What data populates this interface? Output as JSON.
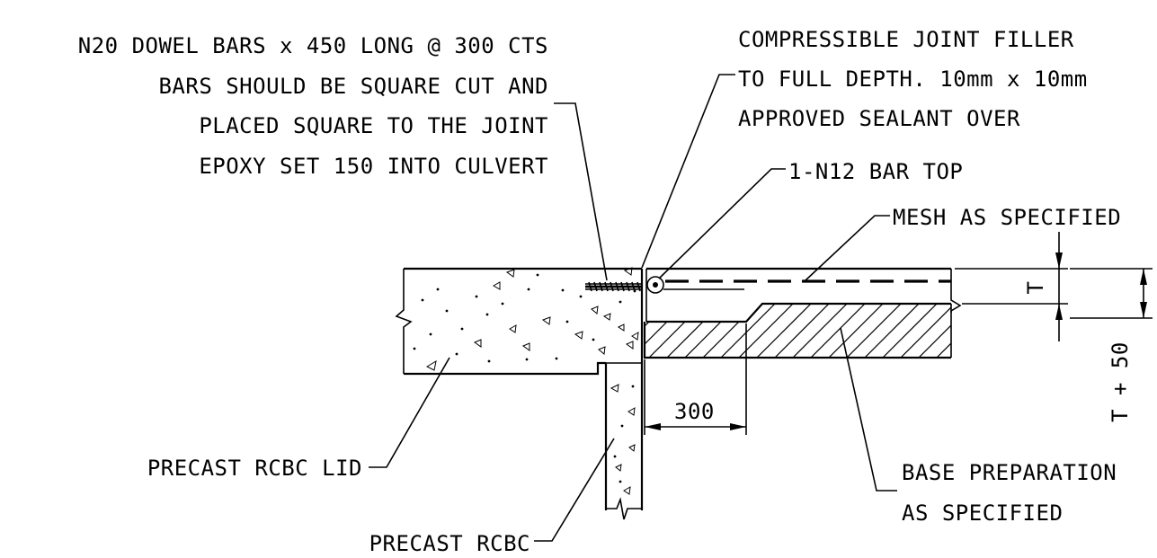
{
  "notes": {
    "dowel": [
      "N20 DOWEL BARS x 450 LONG @ 300 CTS",
      "BARS SHOULD BE SQUARE CUT AND",
      "PLACED SQUARE TO THE JOINT",
      "EPOXY SET 150 INTO CULVERT"
    ],
    "filler": [
      "COMPRESSIBLE JOINT FILLER",
      "TO FULL DEPTH. 10mm x 10mm",
      "APPROVED SEALANT OVER"
    ],
    "top_bar": "1-N12 BAR TOP",
    "mesh": "MESH AS SPECIFIED",
    "lid": "PRECAST RCBC LID",
    "culvert": "PRECAST RCBC",
    "base": [
      "BASE PREPARATION",
      "AS SPECIFIED"
    ]
  },
  "dimensions": {
    "width_300": "300",
    "slab_thickness": "T",
    "total_thickness": "T + 50"
  }
}
